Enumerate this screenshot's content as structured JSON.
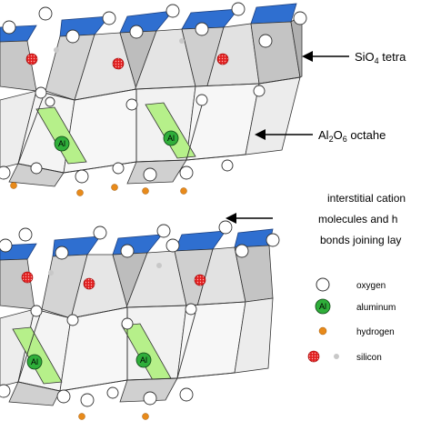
{
  "annotations": {
    "sio4": {
      "main": "SiO",
      "sub": "4",
      "rest": " tetra"
    },
    "al2o6": {
      "p1": "Al",
      "s1": "2",
      "p2": "O",
      "s2": "6",
      "rest": " octahe"
    },
    "interstitial": {
      "line1": "interstitial cation",
      "line2": "molecules and h",
      "line3": "bonds joining lay"
    }
  },
  "legend": {
    "oxygen": "oxygen",
    "aluminum": "aluminum",
    "aluminum_symbol": "Al",
    "hydrogen": "hydrogen",
    "silicon": "silicon"
  },
  "colors": {
    "oxygen": "#ffffff",
    "aluminum": "#2fae3a",
    "hydrogen": "#e88a1a",
    "silicon": "#e02020",
    "tetra_top": "#2f6fd0",
    "tetra_face": "#d9d9d9",
    "octa_face": "#b6f08a"
  },
  "al_label": "Al"
}
